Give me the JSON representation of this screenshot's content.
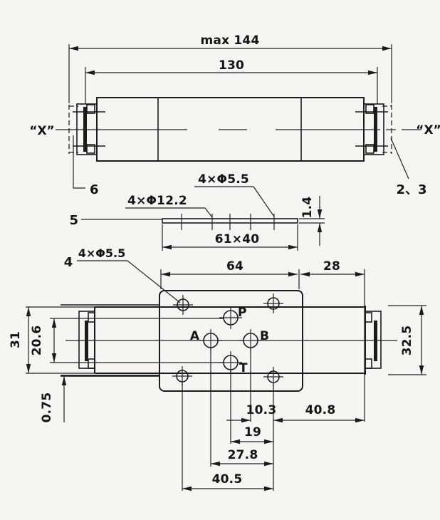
{
  "drawing": {
    "paper_color": "#f6f5f2",
    "ink_color": "#1b1b1b",
    "top_view": {
      "dim_max_length": "max 144",
      "dim_length": "130",
      "label_x_left": "“X”",
      "label_x_right": "“X”",
      "item_6": "6",
      "item_23": "2、3"
    },
    "section_view": {
      "label_holes_small": "4×Φ5.5",
      "label_holes_large": "4×Φ12.2",
      "item_5": "5",
      "dim_plate": "61×40",
      "dim_thickness": "1.4"
    },
    "plan_view": {
      "item_4": "4",
      "label_holes_small": "4×Φ5.5",
      "dim_center_width": "64",
      "dim_right_width": "28",
      "dim_left_height": "31",
      "dim_port_span": "20.6",
      "dim_plate_offset": "0.75",
      "dim_right_height": "32.5",
      "port_p": "P",
      "port_a": "A",
      "port_b": "B",
      "port_t": "T",
      "dim_b_to_hole": "10.3",
      "dim_hole_to_edge": "40.8",
      "dim_t_to_hole": "19",
      "dim_a_to_hole": "27.8",
      "dim_hole_to_hole": "40.5"
    }
  }
}
